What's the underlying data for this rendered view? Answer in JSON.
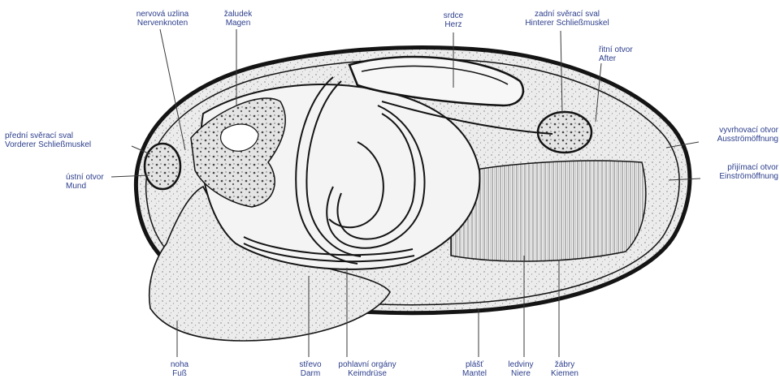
{
  "colors": {
    "label": "#2c3e8c",
    "ink": "#141414",
    "leader": "#3a3a3a"
  },
  "labels": {
    "nerve_ganglion": {
      "cz": "nervová uzlina",
      "de": "Nervenknoten"
    },
    "stomach": {
      "cz": "žaludek",
      "de": "Magen"
    },
    "heart": {
      "cz": "srdce",
      "de": "Herz"
    },
    "posterior_muscle": {
      "cz": "zadní svěrací sval",
      "de": "Hinterer Schließmuskel"
    },
    "anus": {
      "cz": "řitní otvor",
      "de": "After"
    },
    "anterior_muscle": {
      "cz": "přední svěrací sval",
      "de": "Vorderer Schließmuskel"
    },
    "mouth": {
      "cz": "ústní otvor",
      "de": "Mund"
    },
    "excurrent": {
      "cz": "vyvrhovací otvor",
      "de": "Ausströmöffnung"
    },
    "incurrent": {
      "cz": "přijímací otvor",
      "de": "Einströmöffnung"
    },
    "foot": {
      "cz": "noha",
      "de": "Fuß"
    },
    "intestine": {
      "cz": "střevo",
      "de": "Darm"
    },
    "gonads": {
      "cz": "pohlavní orgány",
      "de": "Keimdrüse"
    },
    "mantle": {
      "cz": "plášť",
      "de": "Mantel"
    },
    "kidneys": {
      "cz": "ledviny",
      "de": "Niere"
    },
    "gills": {
      "cz": "žábry",
      "de": "Kiemen"
    }
  }
}
